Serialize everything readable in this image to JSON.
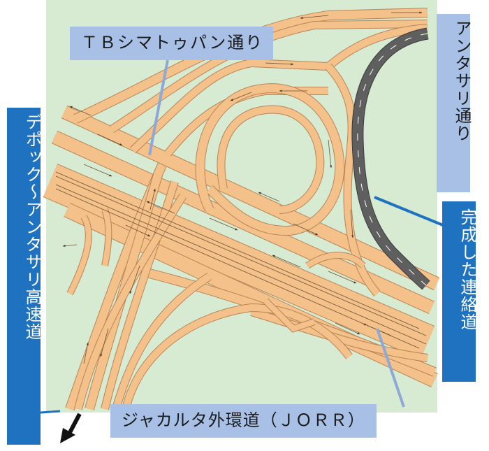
{
  "labels": {
    "tb_simatupang": "ＴＢシマトゥパン通り",
    "antasari": "アンタサリ通り",
    "completed_link": "完成した連絡道",
    "depok_antasari_expressway": "デポック～アンタサリ高速道",
    "jorr": "ジャカルタ外環道（ＪＯＲＲ）"
  },
  "icons": {
    "direction": "arrow-down-left-icon"
  },
  "colors": {
    "map_background": "#d7ebd2",
    "road_fill": "#f4c18b",
    "new_link_road": "#5f5f5f",
    "label_light": "#a8c0e6",
    "label_dark": "#1f72c0"
  }
}
